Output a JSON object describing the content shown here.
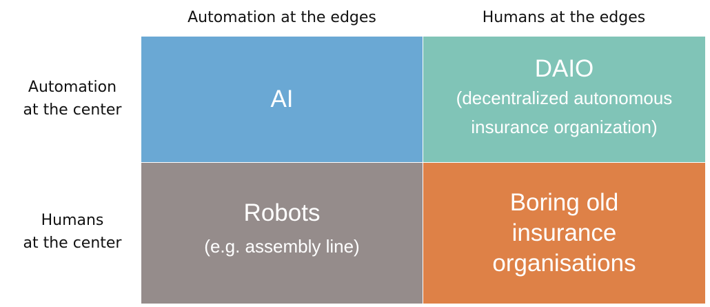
{
  "columns": [
    {
      "label": "Automation at the edges"
    },
    {
      "label": "Humans at the edges"
    }
  ],
  "rows": [
    {
      "label_lines": [
        "Automation",
        "at the center"
      ]
    },
    {
      "label_lines": [
        "Humans",
        "at the center"
      ]
    }
  ],
  "cells": {
    "ai": {
      "title": "AI",
      "color": "#6aa8d4"
    },
    "daio": {
      "title": "DAIO",
      "subtitle_lines": [
        "(decentralized autonomous",
        "insurance organization)"
      ],
      "color": "#80c4b7"
    },
    "robots": {
      "title": "Robots",
      "subtitle": "(e.g. assembly line)",
      "color": "#958c8b"
    },
    "boring": {
      "title_lines": [
        "Boring old",
        "insurance",
        "organisations"
      ],
      "color": "#de8147"
    }
  }
}
